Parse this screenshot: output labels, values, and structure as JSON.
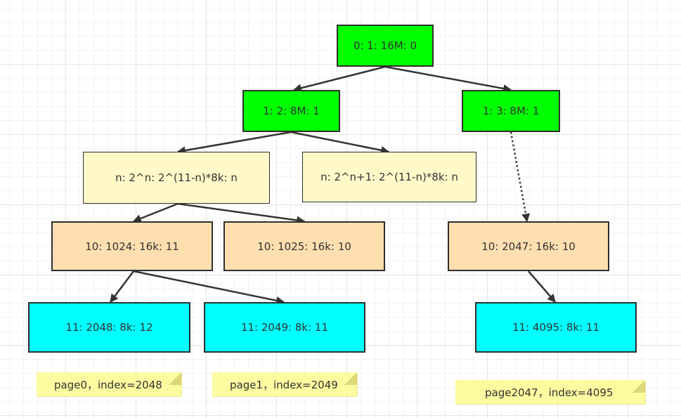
{
  "colors": {
    "green": "#00ff00",
    "yellow": "#fff8c8",
    "orange": "#ffdeb0",
    "cyan": "#00ffff",
    "note": "#fdfba0",
    "line": "#333333"
  },
  "nodes": {
    "root": "0: 1: 16M: 0",
    "l1_left": "1: 2: 8M: 1",
    "l1_right": "1: 3: 8M: 1",
    "ln_left": "n: 2^n: 2^(11-n)*8k: n",
    "ln_right": "n: 2^n+1: 2^(11-n)*8k: n",
    "l10_1024": "10: 1024: 16k: 11",
    "l10_1025": "10: 1025: 16k: 10",
    "l10_2047": "10: 2047: 16k: 10",
    "l11_2048": "11: 2048: 8k: 12",
    "l11_2049": "11: 2049: 8k: 11",
    "l11_4095": "11: 4095: 8k: 11"
  },
  "notes": {
    "page0": "page0，index=2048",
    "page1": "page1，index=2049",
    "page2047": "page2047，index=4095"
  }
}
